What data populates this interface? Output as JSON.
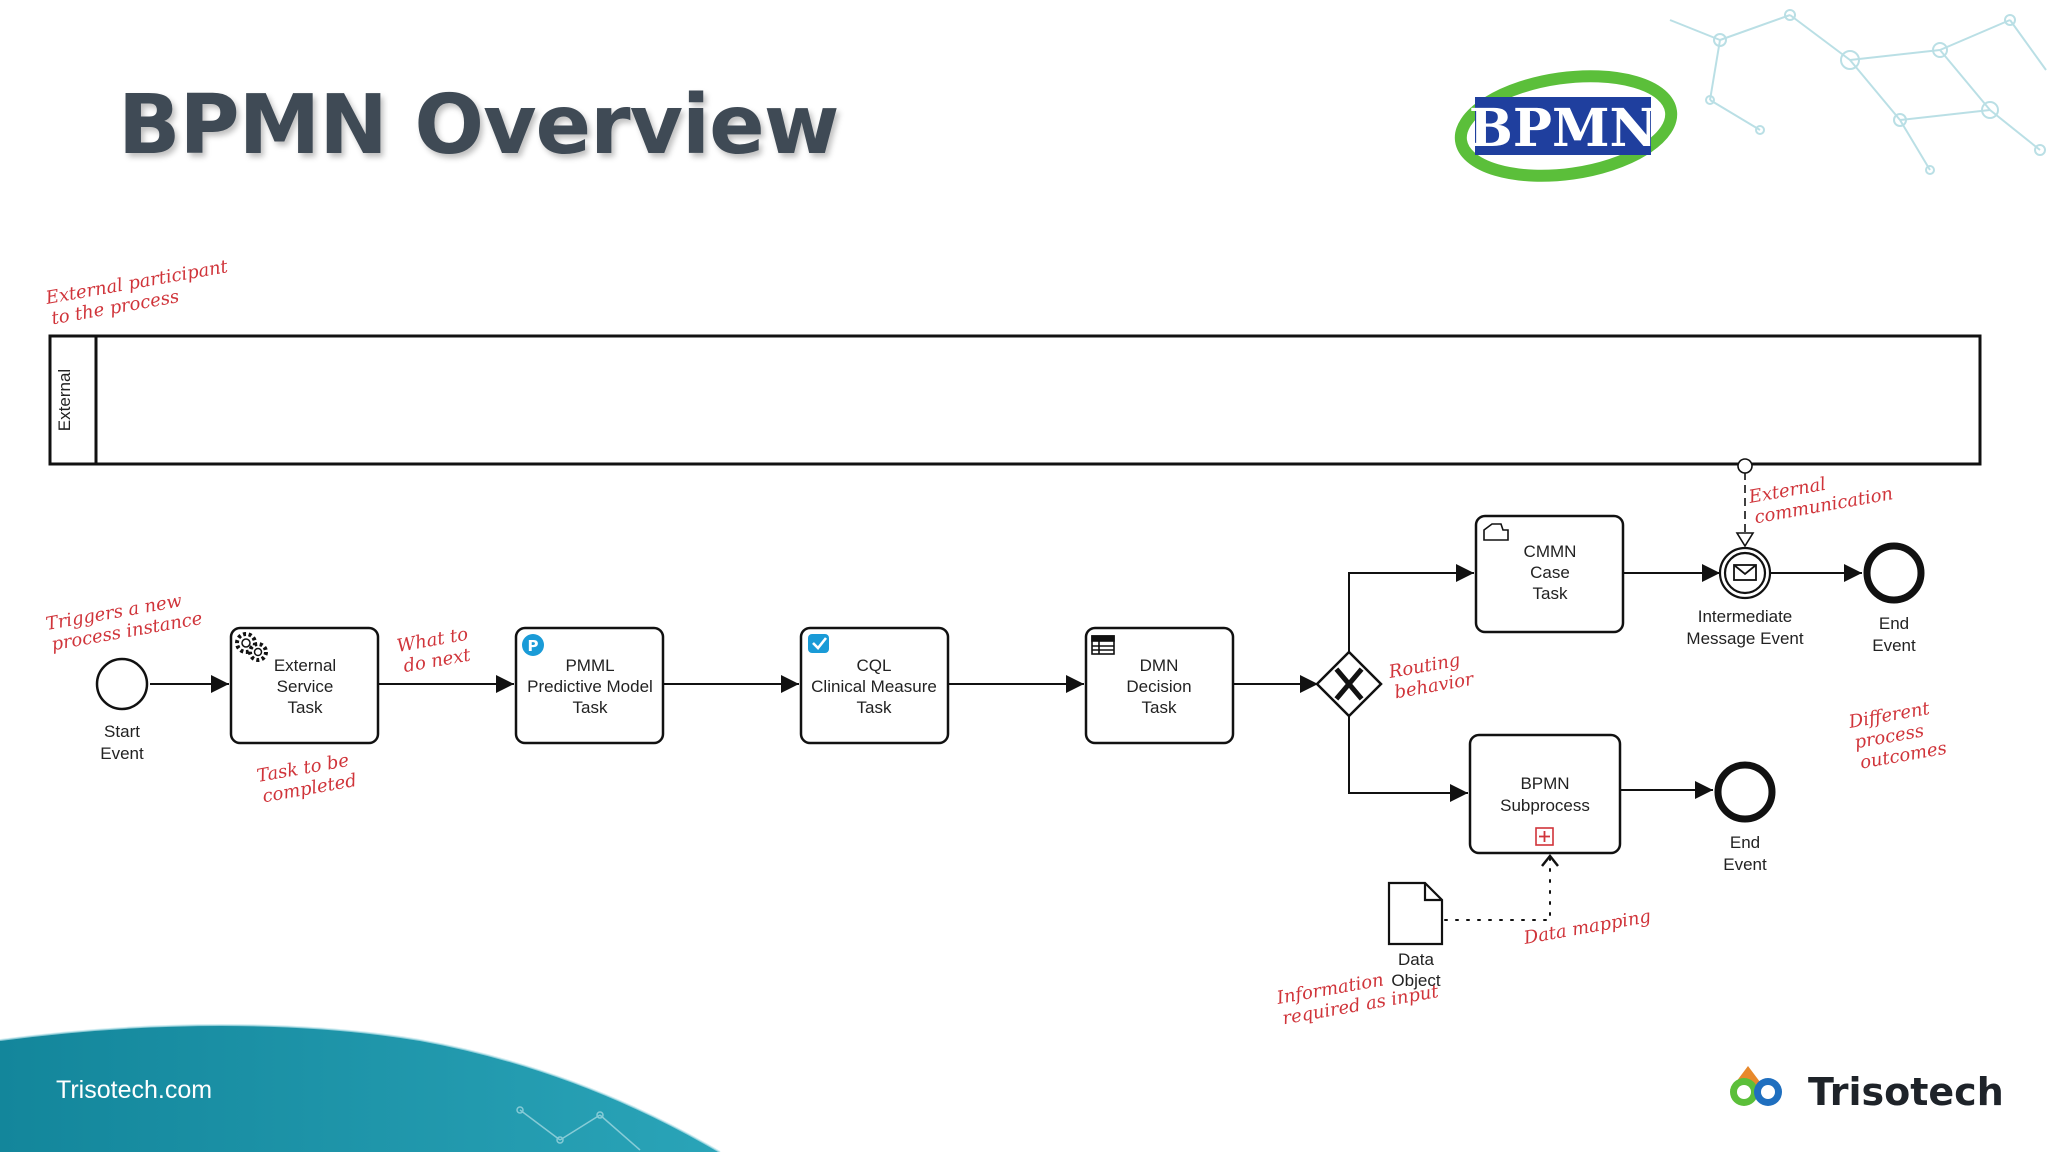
{
  "slide": {
    "title": "BPMN Overview",
    "logo_text": "BPMN",
    "footer_url": "Trisotech.com",
    "brand_name": "Trisotech"
  },
  "pool": {
    "label": "External"
  },
  "nodes": {
    "start": [
      "Start",
      "Event"
    ],
    "external_service_task": [
      "External",
      "Service",
      "Task"
    ],
    "pmml_task": [
      "PMML",
      "Predictive Model",
      "Task"
    ],
    "cql_task": [
      "CQL",
      "Clinical Measure",
      "Task"
    ],
    "dmn_task": [
      "DMN",
      "Decision",
      "Task"
    ],
    "cmmn_task": [
      "CMMN",
      "Case",
      "Task"
    ],
    "intermediate_event": [
      "Intermediate",
      "Message Event"
    ],
    "end_event_1": [
      "End",
      "Event"
    ],
    "subprocess": [
      "BPMN",
      "Subprocess"
    ],
    "end_event_2": [
      "End",
      "Event"
    ],
    "data_object": [
      "Data",
      "Object"
    ]
  },
  "annotations": {
    "external_participant": [
      "External participant",
      "to the process"
    ],
    "triggers": [
      "Triggers a new",
      "process instance"
    ],
    "task_completed": [
      "Task to be",
      "completed"
    ],
    "what_next": [
      "What to",
      "do next"
    ],
    "routing": [
      "Routing",
      "behavior"
    ],
    "external_comm": [
      "External",
      "communication"
    ],
    "different_outcomes": [
      "Different",
      "process",
      "outcomes"
    ],
    "data_mapping": [
      "Data mapping"
    ],
    "information_input": [
      "Information",
      "required as input"
    ]
  },
  "colors": {
    "title": "#3f4a55",
    "annotation": "#d0343a",
    "footer_band": "#1e93a8",
    "logo_blue": "#1f3f9e",
    "logo_green": "#5bbf3a",
    "pmml_badge": "#1a9bd7"
  }
}
